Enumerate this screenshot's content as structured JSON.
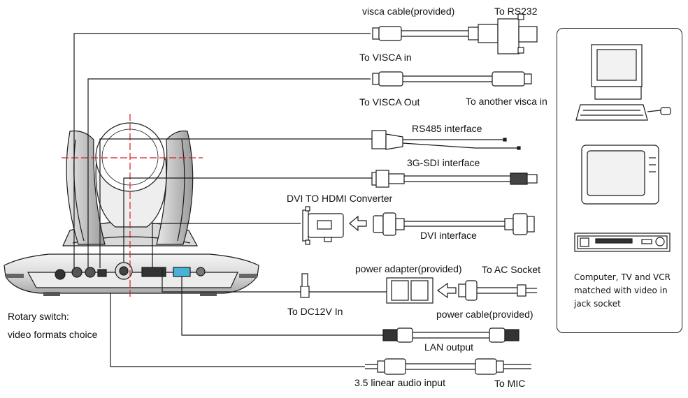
{
  "labels": {
    "visca_cable": "visca cable(provided)",
    "to_rs232": "To RS232",
    "to_visca_in": "To VISCA in",
    "to_visca_out": "To VISCA Out",
    "to_another_visca_in": "To another visca in",
    "rs485_interface": "RS485 interface",
    "sdi_interface": "3G-SDI interface",
    "dvi_to_hdmi": "DVI TO HDMI Converter",
    "dvi_interface": "DVI interface",
    "power_adapter": "power adapter(provided)",
    "to_ac_socket": "To AC Socket",
    "to_dc12v": "To DC12V In",
    "power_cable": "power cable(provided)",
    "lan_output": "LAN output",
    "audio_input": "3.5 linear audio input",
    "to_mic": "To MIC",
    "rotary_switch_1": "Rotary switch:",
    "rotary_switch_2": "video formats choice"
  },
  "side_panel": {
    "caption_lines": [
      "Computer, TV and VCR",
      "matched with video in",
      "jack socket"
    ],
    "devices": [
      "computer-icon",
      "tv-icon",
      "vcr-icon"
    ]
  },
  "colors": {
    "line": "#1a1a1a",
    "crosshair": "#d42020",
    "lan_port": "#4ab0d8"
  }
}
